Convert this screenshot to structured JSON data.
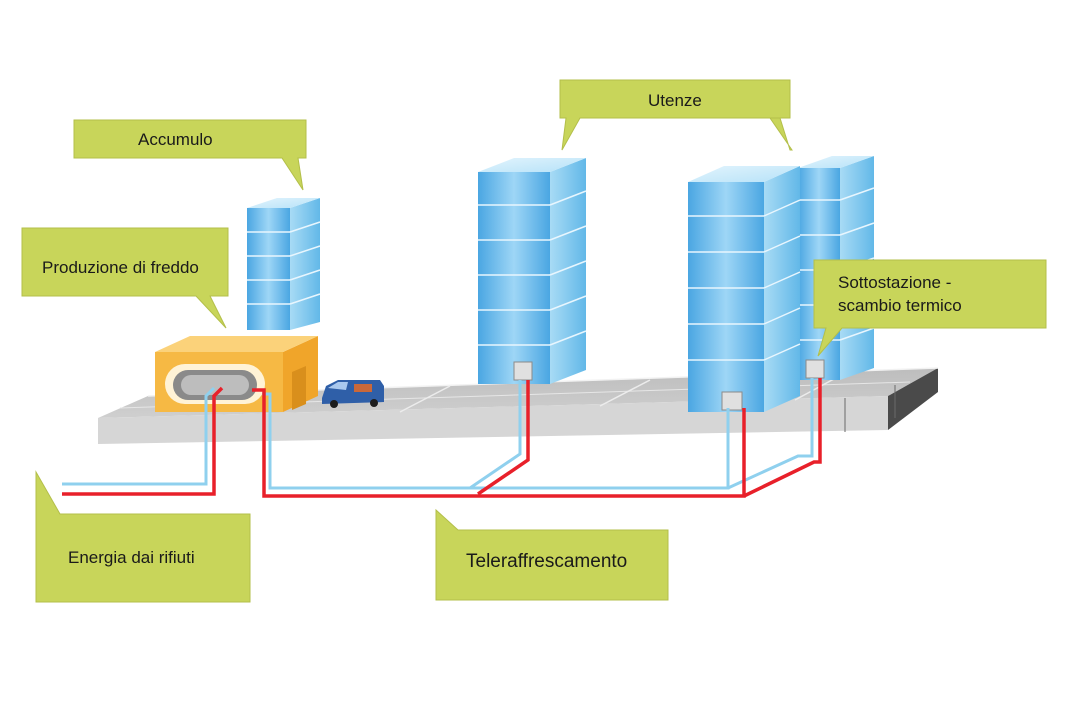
{
  "labels": {
    "accumulo": "Accumulo",
    "utenze": "Utenze",
    "produzione": "Produzione di freddo",
    "sottostazione_line1": "Sottostazione -",
    "sottostazione_line2": "scambio termico",
    "energia": "Energia dai rifiuti",
    "teleraffrescamento": "Teleraffrescamento"
  },
  "colors": {
    "callout_fill": "#c8d55a",
    "callout_stroke": "#b3bf4a",
    "hot_pipe": "#e8202a",
    "cold_pipe": "#8fd0ee",
    "road": "#c9c9c9",
    "building_blue": "#5ab4e8",
    "plant_orange": "#f5b13c",
    "van_blue": "#2f5fa8"
  },
  "icons": {
    "van": "van-icon",
    "buildings": "building-icon",
    "plant": "cooling-plant-icon"
  }
}
